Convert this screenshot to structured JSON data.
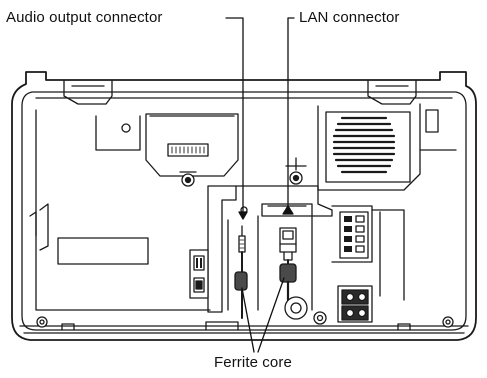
{
  "callouts": {
    "audio_output_connector": "Audio output connector",
    "lan_connector": "LAN connector",
    "ferrite_core": "Ferrite core"
  },
  "colors": {
    "line": "#1a1a1a",
    "shade": "#bdbdbd",
    "dark": "#2a2a2a",
    "background": "#ffffff"
  }
}
